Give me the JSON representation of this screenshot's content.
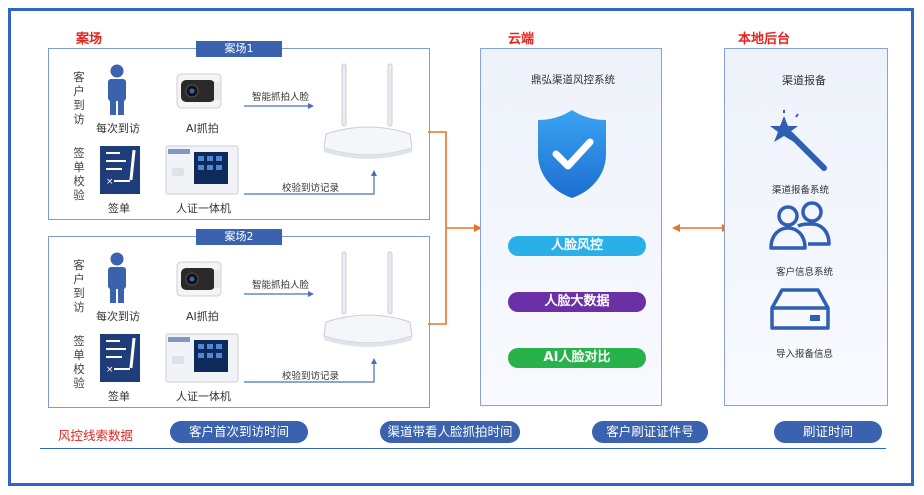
{
  "sections": {
    "site": "案场",
    "cloud": "云端",
    "local": "本地后台"
  },
  "sites": [
    {
      "tab": "案场1",
      "customer_visit_vertical": "客户到访",
      "sign_check_vertical": "签单校验",
      "person_caption": "每次到访",
      "camera_caption": "AI抓拍",
      "form_caption": "签单",
      "terminal_caption": "人证一体机",
      "flow_top": "智能抓拍人脸",
      "flow_bottom": "校验到访记录"
    },
    {
      "tab": "案场2",
      "customer_visit_vertical": "客户到访",
      "sign_check_vertical": "签单校验",
      "person_caption": "每次到访",
      "camera_caption": "AI抓拍",
      "form_caption": "签单",
      "terminal_caption": "人证一体机",
      "flow_top": "智能抓拍人脸",
      "flow_bottom": "校验到访记录"
    }
  ],
  "cloud": {
    "system_title": "鼎弘渠道风控系统",
    "pills": [
      {
        "label": "人脸风控",
        "color": "#2ab0e8"
      },
      {
        "label": "人脸大数据",
        "color": "#6b2fa6"
      },
      {
        "label": "AI人脸对比",
        "color": "#27b34a"
      }
    ]
  },
  "local": {
    "title": "渠道报备",
    "items": [
      {
        "label": "渠道报备系统",
        "icon": "magic-wand-icon"
      },
      {
        "label": "客户信息系统",
        "icon": "users-icon"
      },
      {
        "label": "导入报备信息",
        "icon": "server-icon"
      }
    ]
  },
  "bottom": {
    "label": "风控线索数据",
    "pills": [
      "客户首次到访时间",
      "渠道带看人脸抓拍时间",
      "客户刷证证件号",
      "刷证时间"
    ]
  },
  "colors": {
    "accent": "#3a62ae",
    "label_red": "#e6241f",
    "connector": "#e8742a",
    "shield": "#2d8fe3"
  }
}
